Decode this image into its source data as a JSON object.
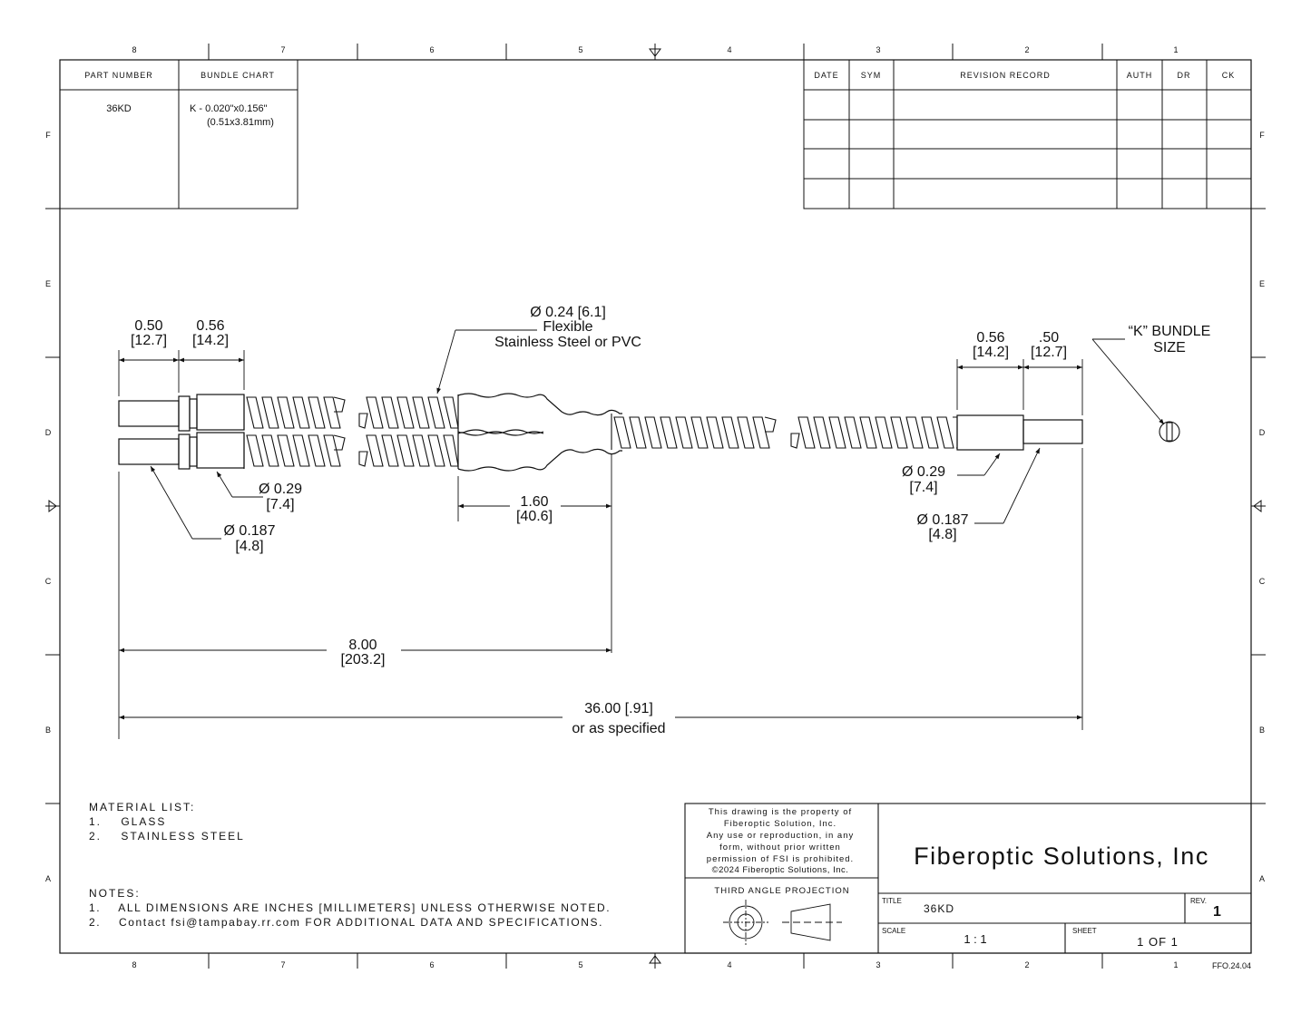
{
  "frame": {
    "zones_top": [
      "8",
      "7",
      "6",
      "5",
      "4",
      "3",
      "2",
      "1"
    ],
    "zones_side": [
      "F",
      "E",
      "D",
      "C",
      "B",
      "A"
    ],
    "doc_code": "FFO.24.04"
  },
  "parts_table": {
    "headers": [
      "PART NUMBER",
      "BUNDLE CHART"
    ],
    "part_number": "36KD",
    "bundle_line1": "K - 0.020\"x0.156\"",
    "bundle_line2": "(0.51x3.81mm)"
  },
  "revision_table": {
    "headers": [
      "DATE",
      "SYM",
      "REVISION RECORD",
      "AUTH",
      "DR",
      "CK"
    ]
  },
  "dims": {
    "top_left_a": [
      "0.50",
      "[12.7]"
    ],
    "top_left_b": [
      "0.56",
      "[14.2]"
    ],
    "jacket": [
      "Ø 0.24 [6.1]",
      "Flexible",
      "Stainless Steel or PVC"
    ],
    "dia_left_029": [
      "Ø 0.29",
      "[7.4]"
    ],
    "dia_left_0187": [
      "Ø 0.187",
      "[4.8]"
    ],
    "len_160": [
      "1.60",
      "[40.6]"
    ],
    "len_800": [
      "8.00",
      "[203.2]"
    ],
    "len_total": [
      "36.00 [.91]",
      "or as specified"
    ],
    "right_a": [
      "0.56",
      "[14.2]"
    ],
    "right_b": [
      ".50",
      "[12.7]"
    ],
    "dia_right_029": [
      "Ø 0.29",
      "[7.4]"
    ],
    "dia_right_0187": [
      "Ø 0.187",
      "[4.8]"
    ],
    "bundle_size": [
      "“K” BUNDLE",
      "SIZE"
    ]
  },
  "material_list": {
    "title": "MATERIAL LIST:",
    "items": [
      "1.    GLASS",
      "2.    STAINLESS STEEL"
    ]
  },
  "notes": {
    "title": "NOTES:",
    "items": [
      "1.    ALL DIMENSIONS ARE INCHES [MILLIMETERS] UNLESS OTHERWISE NOTED.",
      "2.    Contact fsi@tampabay.rr.com FOR ADDITIONAL DATA AND SPECIFICATIONS."
    ]
  },
  "title_block": {
    "property_lines": [
      "This drawing is the property of",
      "Fiberoptic Solution, Inc.",
      "Any use or reproduction, in any",
      "form, without prior written",
      "permission of FSI is prohibited.",
      "©2024 Fiberoptic Solutions, Inc."
    ],
    "projection": "THIRD ANGLE PROJECTION",
    "company": "Fiberoptic Solutions, Inc",
    "title_label": "TITLE",
    "title_value": "36KD",
    "rev_label": "REV.",
    "rev_value": "1",
    "scale_label": "SCALE",
    "scale_value": "1  :  1",
    "sheet_label": "SHEET",
    "sheet_value": "1   OF  1"
  }
}
